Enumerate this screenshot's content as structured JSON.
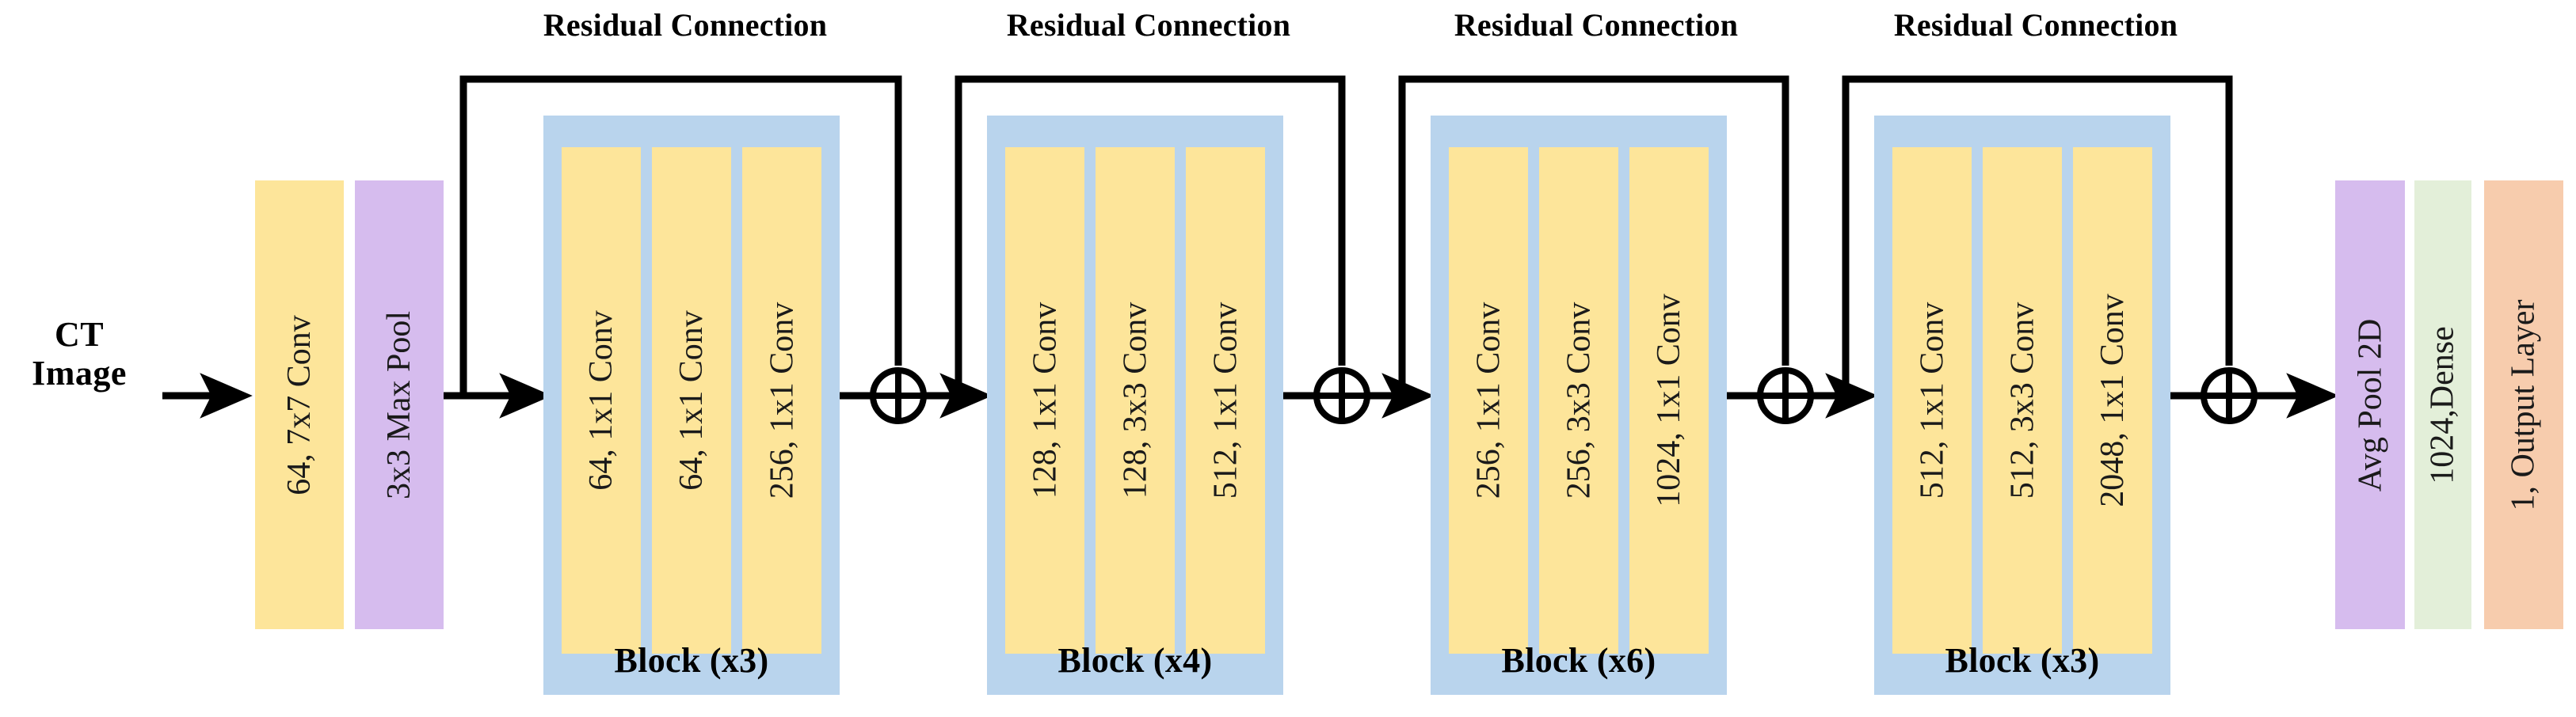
{
  "diagram": {
    "title": "ResNet bottleneck CNN architecture for CT image input",
    "input": {
      "label_line1": "CT",
      "label_line2": "Image",
      "name": "ct-image-input"
    },
    "colors": {
      "conv_bar": "#FDE59A",
      "pool_bar": "#D6BCEE",
      "block_bg": "#B9D4ED",
      "dense_bar": "#E3EFD9",
      "output_bar": "#F7CCAD",
      "line": "#000000",
      "text": "#000000"
    },
    "stem": [
      {
        "label": "64, 7x7 Conv",
        "color_key": "conv_bar",
        "name": "stem-conv-7x7"
      },
      {
        "label": "3x3 Max Pool",
        "color_key": "pool_bar",
        "name": "stem-maxpool-3x3"
      }
    ],
    "residual_caption": "Residual Connection",
    "residual_captions": [
      "Residual Connection",
      "Residual Connection",
      "Residual Connection",
      "Residual Connection"
    ],
    "blocks": [
      {
        "name": "residual-block-1",
        "label": "Block (x3)",
        "repeats": 3,
        "layers": [
          {
            "label": "64, 1x1 Conv",
            "filters": 64,
            "kernel": "1x1"
          },
          {
            "label": "64, 1x1 Conv",
            "filters": 64,
            "kernel": "1x1"
          },
          {
            "label": "256, 1x1 Conv",
            "filters": 256,
            "kernel": "1x1"
          }
        ]
      },
      {
        "name": "residual-block-2",
        "label": "Block (x4)",
        "repeats": 4,
        "layers": [
          {
            "label": "128, 1x1 Conv",
            "filters": 128,
            "kernel": "1x1"
          },
          {
            "label": "128, 3x3 Conv",
            "filters": 128,
            "kernel": "3x3"
          },
          {
            "label": "512, 1x1 Conv",
            "filters": 512,
            "kernel": "1x1"
          }
        ]
      },
      {
        "name": "residual-block-3",
        "label": "Block (x6)",
        "repeats": 6,
        "layers": [
          {
            "label": "256, 1x1 Conv",
            "filters": 256,
            "kernel": "1x1"
          },
          {
            "label": "256, 3x3 Conv",
            "filters": 256,
            "kernel": "3x3"
          },
          {
            "label": "1024, 1x1 Conv",
            "filters": 1024,
            "kernel": "1x1"
          }
        ]
      },
      {
        "name": "residual-block-4",
        "label": "Block (x3)",
        "repeats": 3,
        "layers": [
          {
            "label": "512, 1x1 Conv",
            "filters": 512,
            "kernel": "1x1"
          },
          {
            "label": "512, 3x3 Conv",
            "filters": 512,
            "kernel": "3x3"
          },
          {
            "label": "2048, 1x1 Conv",
            "filters": 2048,
            "kernel": "1x1"
          }
        ]
      }
    ],
    "head": [
      {
        "label": "Avg Pool 2D",
        "color_key": "pool_bar",
        "name": "avg-pool-2d"
      },
      {
        "label": "1024,Dense",
        "color_key": "dense_bar",
        "name": "dense-1024"
      },
      {
        "label": "1, Output Layer",
        "color_key": "output_bar",
        "name": "output-layer"
      }
    ],
    "add_nodes": [
      {
        "name": "add-node-1",
        "symbol": "plus-circle"
      },
      {
        "name": "add-node-2",
        "symbol": "plus-circle"
      },
      {
        "name": "add-node-3",
        "symbol": "plus-circle"
      },
      {
        "name": "add-node-4",
        "symbol": "plus-circle"
      }
    ]
  }
}
